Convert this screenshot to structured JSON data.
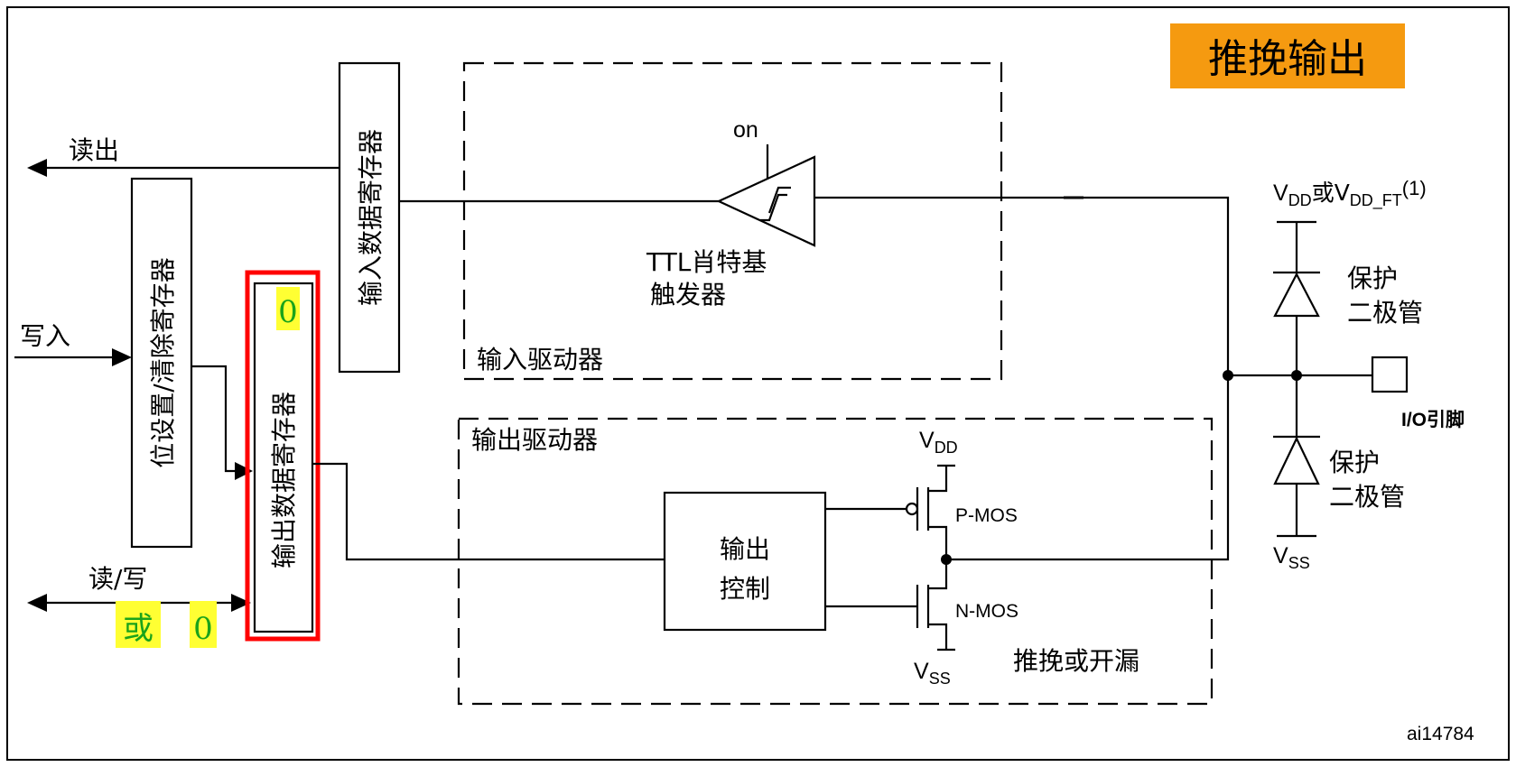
{
  "title": "推挽输出",
  "labels": {
    "read_out": "读出",
    "write_in": "写入",
    "read_write": "读/写",
    "or_word": "或",
    "zero": "0",
    "zero_register": "0",
    "input_data_register": "输入数据寄存器",
    "bit_set_clear_register": "位设置/清除寄存器",
    "output_data_register": "输出数据寄存器",
    "input_driver": "输入驱动器",
    "output_driver": "输出驱动器",
    "on": "on",
    "ttl_schmitt_line1": "TTL肖特基",
    "ttl_schmitt_line2": "触发器",
    "output_control_line1": "输出",
    "output_control_line2": "控制",
    "vdd": "V",
    "vdd_sub": "DD",
    "vss": "V",
    "vss_sub": "SS",
    "pmos": "P-MOS",
    "nmos": "N-MOS",
    "push_pull_open_drain": "推挽或开漏",
    "vdd_ft_prefix": "V",
    "vdd_ft_sub1": "DD",
    "vdd_ft_or": "或V",
    "vdd_ft_sub2": "DD_FT",
    "vdd_ft_note": "(1)",
    "protect_diode_top_line1": "保护",
    "protect_diode_top_line2": "二极管",
    "protect_diode_bottom_line1": "保护",
    "protect_diode_bottom_line2": "二极管",
    "io_pin": "I/O引脚",
    "vss_right": "V",
    "vss_right_sub": "SS",
    "figure_id": "ai14784"
  },
  "colors": {
    "title_bg": "#f59a10",
    "highlight_bg": "#ffff33",
    "highlight_text": "#1aa31a",
    "emphasis_border": "#ff0000"
  }
}
